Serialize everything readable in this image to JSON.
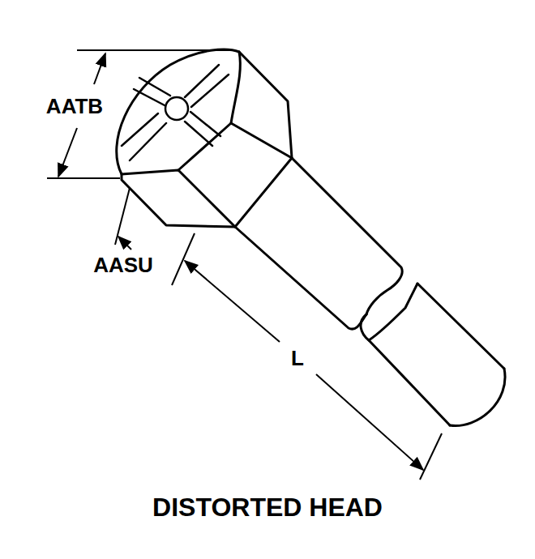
{
  "diagram": {
    "caption": "DISTORTED HEAD",
    "labels": [
      "AATB",
      "AASU",
      "L"
    ]
  }
}
